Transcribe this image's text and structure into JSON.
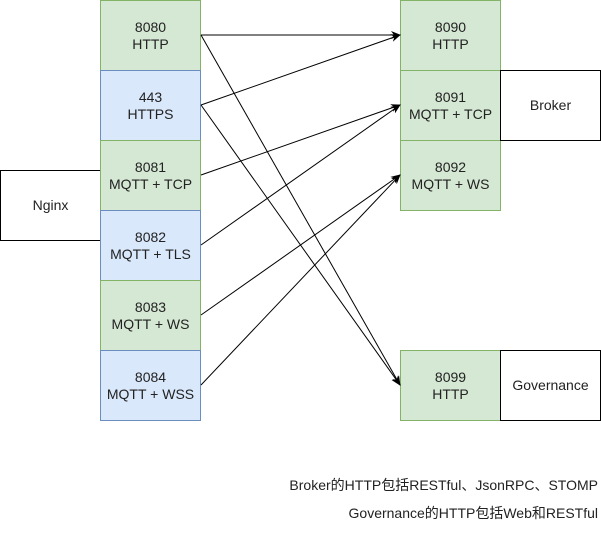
{
  "left_ports": [
    {
      "port": "8080",
      "proto": "HTTP"
    },
    {
      "port": "443",
      "proto": "HTTPS"
    },
    {
      "port": "8081",
      "proto": "MQTT + TCP"
    },
    {
      "port": "8082",
      "proto": "MQTT + TLS"
    },
    {
      "port": "8083",
      "proto": "MQTT + WS"
    },
    {
      "port": "8084",
      "proto": "MQTT + WSS"
    }
  ],
  "right_ports": [
    {
      "port": "8090",
      "proto": "HTTP"
    },
    {
      "port": "8091",
      "proto": "MQTT + TCP"
    },
    {
      "port": "8092",
      "proto": "MQTT + WS"
    },
    {
      "port": "8099",
      "proto": "HTTP"
    }
  ],
  "labels": {
    "nginx": "Nginx",
    "broker": "Broker",
    "governance": "Governance"
  },
  "notes": {
    "line1": "Broker的HTTP包括RESTful、JsonRPC、STOMP",
    "line2": "Governance的HTTP包括Web和RESTful"
  },
  "connections": [
    {
      "from": "8080",
      "to": "8090"
    },
    {
      "from": "8080",
      "to": "8099"
    },
    {
      "from": "443",
      "to": "8090"
    },
    {
      "from": "443",
      "to": "8099"
    },
    {
      "from": "8081",
      "to": "8091"
    },
    {
      "from": "8082",
      "to": "8091"
    },
    {
      "from": "8083",
      "to": "8092"
    },
    {
      "from": "8084",
      "to": "8092"
    }
  ],
  "colors": {
    "green_fill": "#d5e8d4",
    "green_stroke": "#82b366",
    "blue_fill": "#dae8fc",
    "blue_stroke": "#6c8ebf"
  }
}
